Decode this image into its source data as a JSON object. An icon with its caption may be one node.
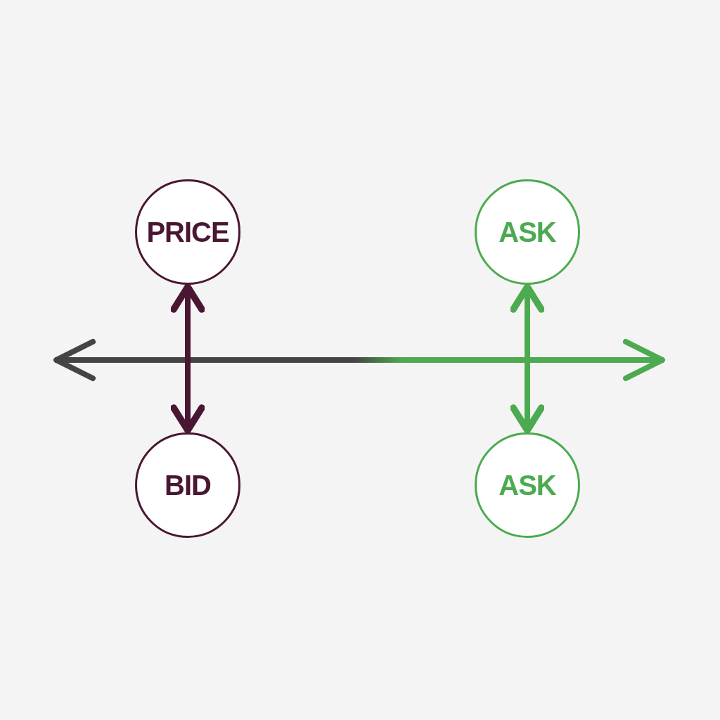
{
  "diagram": {
    "nodes": [
      {
        "text": [
          "PRICE"
        ]
      },
      {
        "text": [
          "ASK"
        ]
      },
      {
        "text": [
          "BID"
        ]
      },
      {
        "text": [
          "ASK"
        ]
      }
    ],
    "edges": [
      {
        "from": 0,
        "to": 2,
        "arrow": "both",
        "color": "#4a1733"
      },
      {
        "from": 1,
        "to": 3,
        "arrow": "both",
        "color": "#4caa50"
      }
    ]
  }
}
